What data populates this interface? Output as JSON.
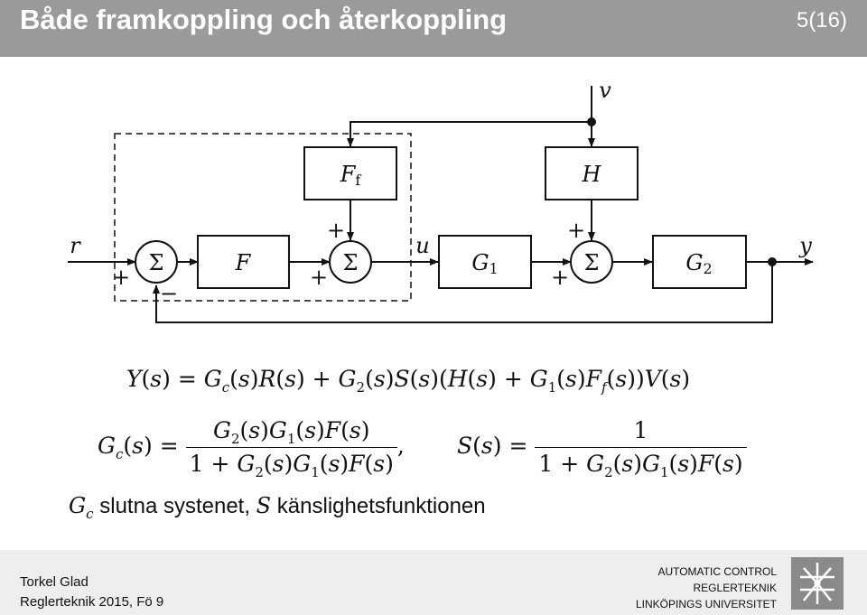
{
  "header": {
    "title": "Både framkoppling och återkoppling",
    "page": "5(16)"
  },
  "diagram": {
    "signals": {
      "r": "r",
      "u": "u",
      "v": "v",
      "y": "y"
    },
    "blocks": {
      "Ff_main": "F",
      "Ff_sub": "f",
      "F": "F",
      "G1_main": "G",
      "G1_sub": "1",
      "G2_main": "G",
      "G2_sub": "2",
      "H": "H"
    },
    "sum_symbol": "Σ",
    "plus": "+",
    "minus": "−"
  },
  "equations": {
    "eq1": "Y(s) = G_c(s)R(s) + G_2(s)S(s)(H(s) + G_1(s)F_f(s))V(s)",
    "eq2": "G_c(s) = G_2(s)G_1(s)F(s) / (1 + G_2(s)G_1(s)F(s))",
    "eq3": "S(s) = 1 / (1 + G_2(s)G_1(s)F(s))"
  },
  "caption": {
    "gc": "G",
    "gc_sub": "c",
    "text1": " slutna systenet, ",
    "s": "S",
    "text2": " känslighetsfunktionen"
  },
  "footer": {
    "author": "Torkel Glad",
    "course": "Reglerteknik 2015, Fö 9",
    "dept_line1": "AUTOMATIC CONTROL",
    "dept_line2": "REGLERTEKNIK",
    "dept_line3": "LINKÖPINGS UNIVERSITET"
  }
}
